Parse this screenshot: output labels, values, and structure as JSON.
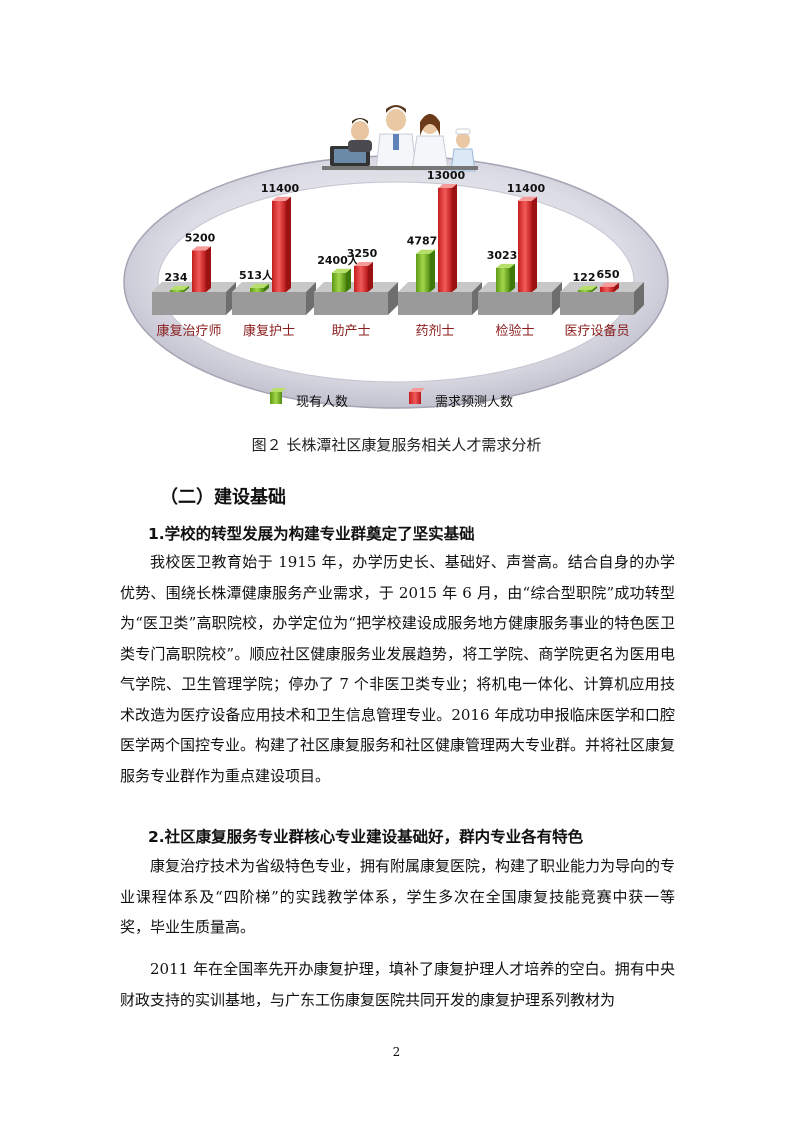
{
  "chart_data": {
    "type": "bar",
    "categories": [
      "康复治疗师",
      "康复护士",
      "助产士",
      "药剂士",
      "检验士",
      "医疗设备员"
    ],
    "series": [
      {
        "name": "现有人数",
        "values": [
          234,
          513,
          2400,
          4787,
          3023,
          122
        ],
        "labels": [
          "234",
          "513人",
          "2400人",
          "4787",
          "3023",
          "122"
        ],
        "color": "#7fbf2a"
      },
      {
        "name": "需求预测人数",
        "values": [
          5200,
          11400,
          3250,
          13000,
          11400,
          650
        ],
        "labels": [
          "5200",
          "11400",
          "3250",
          "13000",
          "11400",
          "650"
        ],
        "color": "#e83a3a"
      }
    ],
    "legend": "bottom"
  },
  "figure": {
    "caption": "图２  长株潭社区康复服务相关人才需求分析",
    "illustration_icon": "medical-staff-icon"
  },
  "section": {
    "title": "（二）建设基础"
  },
  "subsections": [
    {
      "title": "1.学校的转型发展为构建专业群奠定了坚实基础"
    },
    {
      "title": "2.社区康复服务专业群核心专业建设基础好，群内专业各有特色"
    }
  ],
  "paragraphs": [
    "我校医卫教育始于 1915 年，办学历史长、基础好、声誉高。结合自身的办学优势、围绕长株潭健康服务产业需求，于 2015 年 6 月，由“综合型职院”成功转型为“医卫类”高职院校，办学定位为“把学校建设成服务地方健康服务事业的特色医卫类专门高职院校”。顺应社区健康服务业发展趋势，将工学院、商学院更名为医用电气学院、卫生管理学院；停办了 7 个非医卫类专业；将机电一体化、计算机应用技术改造为医疗设备应用技术和卫生信息管理专业。2016 年成功申报临床医学和口腔医学两个国控专业。构建了社区康复服务和社区健康管理两大专业群。并将社区康复服务专业群作为重点建设项目。",
    "康复治疗技术为省级特色专业，拥有附属康复医院，构建了职业能力为导向的专业课程体系及“四阶梯”的实践教学体系，学生多次在全国康复技能竞赛中获一等奖，毕业生质量高。",
    "2011 年在全国率先开办康复护理，填补了康复护理人才培养的空白。拥有中央财政支持的实训基地，与广东工伤康复医院共同开发的康复护理系列教材为"
  ],
  "page_number": "2"
}
